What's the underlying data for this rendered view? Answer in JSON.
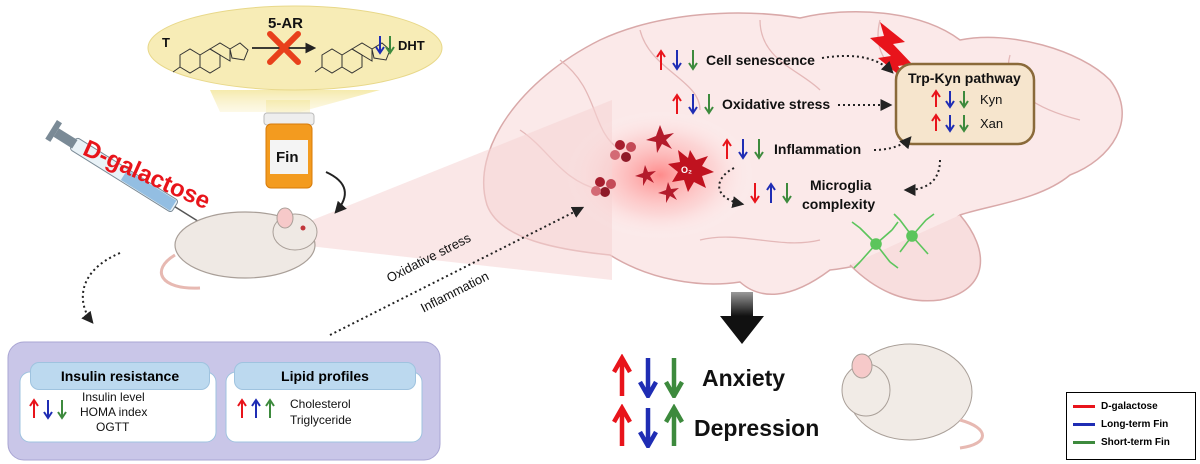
{
  "conversion": {
    "substrate": "T",
    "enzyme": "5-AR",
    "product": "DHT",
    "drug": "Fin"
  },
  "treatment": "D-galactose",
  "pathway_labels": {
    "route_1": "Oxidative stress",
    "route_2": "Inflammation"
  },
  "brain_effects": {
    "cell_senescence": "Cell senescence",
    "oxidative_stress": "Oxidative stress",
    "inflammation": "Inflammation",
    "microglia_line1": "Microglia",
    "microglia_line2": "complexity",
    "o2_label": "O₂"
  },
  "trp_kyn": {
    "title": "Trp-Kyn pathway",
    "items": [
      "Kyn",
      "Xan"
    ]
  },
  "metabolic": {
    "insulin_title": "Insulin resistance",
    "insulin_items": [
      "Insulin level",
      "HOMA index",
      "OGTT"
    ],
    "lipid_title": "Lipid profiles",
    "lipid_items": [
      "Cholesterol",
      "Triglyceride"
    ]
  },
  "outcomes": [
    "Anxiety",
    "Depression"
  ],
  "legend": [
    {
      "label": "D-galactose",
      "color": "#e8141b"
    },
    {
      "label": "Long-term Fin",
      "color": "#1f2db4"
    },
    {
      "label": "Short-term Fin",
      "color": "#3d8a3d"
    }
  ],
  "colors": {
    "up_red": "#e8141b",
    "down_blue": "#1f2db4",
    "green": "#3d8a3d",
    "brain_fill": "#fbe9e9",
    "panel_fill": "#c9c6e8",
    "trp_box_fill": "#f6e5cd",
    "callout_fill": "#f7ecb6"
  }
}
